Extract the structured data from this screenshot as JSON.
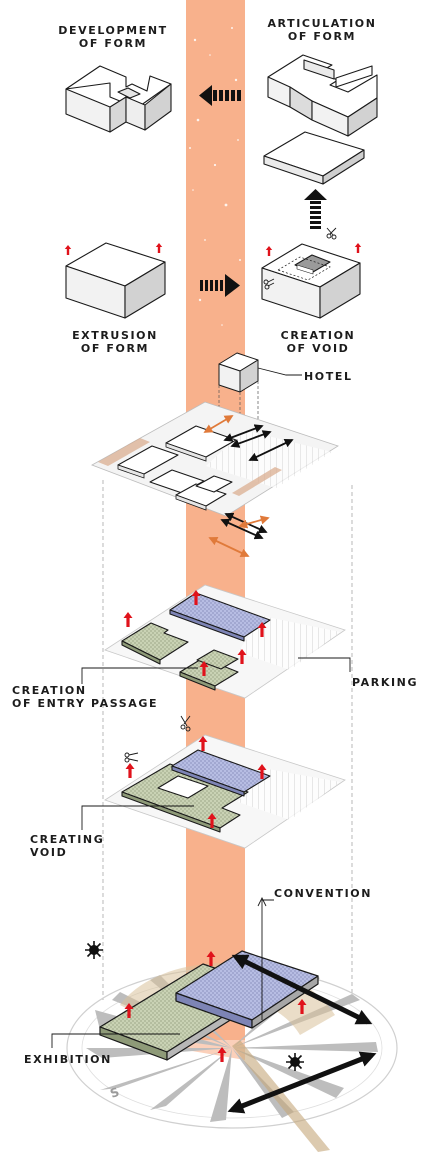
{
  "labels": {
    "development": [
      "DEVELOPMENT",
      "OF FORM"
    ],
    "articulation": [
      "ARTICULATION",
      "OF FORM"
    ],
    "extrusion": [
      "EXTRUSION",
      "OF FORM"
    ],
    "creation_void": [
      "CREATION",
      "OF VOID"
    ],
    "hotel": "HOTEL",
    "entry_passage": [
      "CREATION",
      "OF ENTRY PASSAGE"
    ],
    "parking": "PARKING",
    "creating_void": [
      "CREATING",
      "VOID"
    ],
    "convention": "CONVENTION",
    "exhibition": "EXHIBITION"
  },
  "colors": {
    "band": "#f8b18c",
    "exhibition_roof": "#c9d2b4",
    "convention_roof": "#b7bde3",
    "red_arrow": "#e0121b",
    "orange_arrow": "#e07a3a",
    "sun_path": "#d9c19a"
  }
}
